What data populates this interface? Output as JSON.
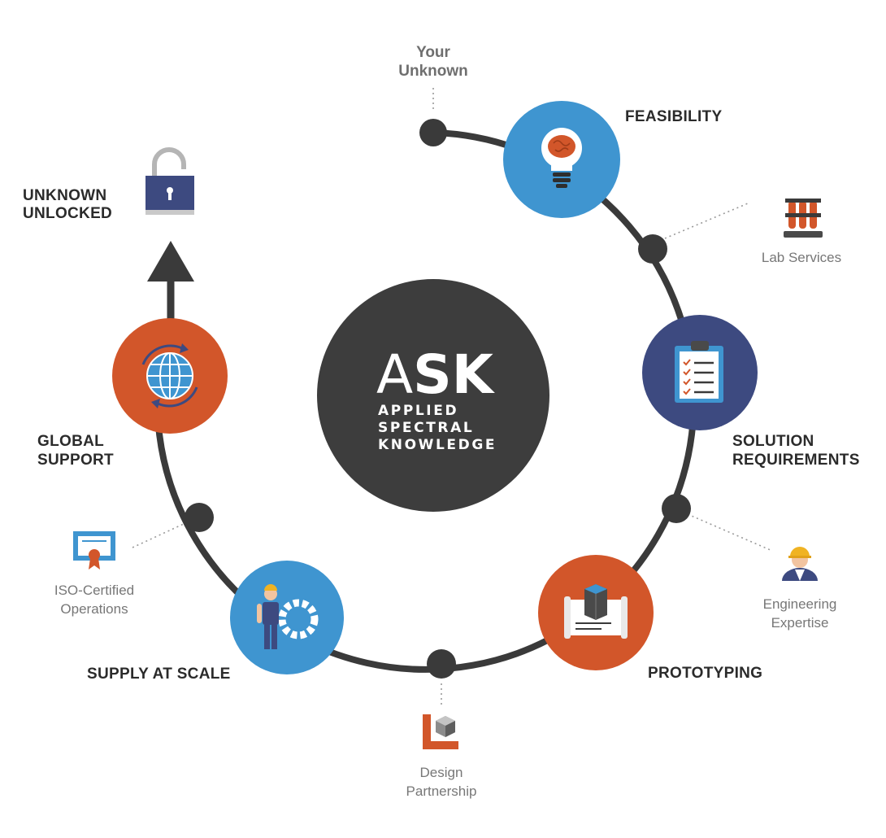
{
  "colors": {
    "ring": "#3a3a3a",
    "center": "#3d3d3d",
    "blue": "#3f95d0",
    "navy": "#3d4a80",
    "orange": "#d2562a",
    "dotted": "#9a9a9a"
  },
  "start": {
    "line1": "Your",
    "line2": "Unknown"
  },
  "center": {
    "brand_light": "A",
    "brand_bold": "SK",
    "line1": "APPLIED",
    "line2": "SPECTRAL",
    "line3": "KNOWLEDGE"
  },
  "stages": {
    "feasibility": {
      "label": "FEASIBILITY",
      "icon": "lightbulb-brain-icon"
    },
    "solution_requirements": {
      "line1": "SOLUTION",
      "line2": "REQUIREMENTS",
      "icon": "clipboard-checklist-icon"
    },
    "prototyping": {
      "label": "PROTOTYPING",
      "icon": "blueprint-prototype-icon"
    },
    "supply_at_scale": {
      "label": "SUPPLY AT SCALE",
      "icon": "worker-gear-icon"
    },
    "global_support": {
      "line1": "GLOBAL",
      "line2": "SUPPORT",
      "icon": "globe-arrows-icon"
    }
  },
  "services": {
    "lab_services": {
      "label": "Lab Services",
      "icon": "test-tubes-icon"
    },
    "engineering_expertise": {
      "line1": "Engineering",
      "line2": "Expertise",
      "icon": "engineer-hardhat-icon"
    },
    "design_partnership": {
      "line1": "Design",
      "line2": "Partnership",
      "icon": "design-cube-icon"
    },
    "iso_certified": {
      "line1": "ISO-Certified",
      "line2": "Operations",
      "icon": "certificate-icon"
    }
  },
  "outcome": {
    "line1": "UNKNOWN",
    "line2": "UNLOCKED",
    "icon": "unlocked-padlock-icon"
  }
}
